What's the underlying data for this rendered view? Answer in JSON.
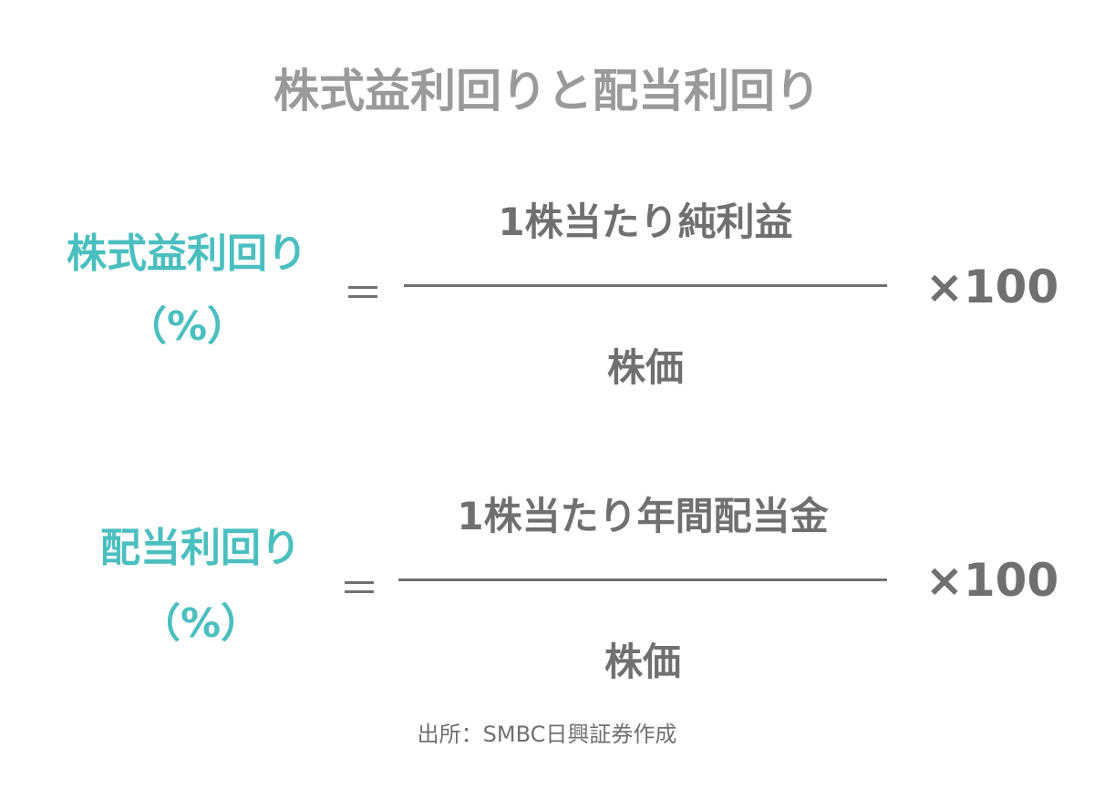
{
  "title": "株式益利回りと配当利回り",
  "formulas": [
    {
      "label": "株式益利回り",
      "unit": "（%）",
      "equals": "＝",
      "numerator": "1株当たり純利益",
      "denominator": "株価",
      "multiplier": "×100"
    },
    {
      "label": "配当利回り",
      "unit": "（%）",
      "equals": "＝",
      "numerator": "1株当たり年間配当金",
      "denominator": "株価",
      "multiplier": "×100"
    }
  ],
  "source": "出所：SMBC日興証券作成",
  "colors": {
    "accent": "#4bbfbf",
    "text": "#707070",
    "title": "#9a9a9a"
  }
}
